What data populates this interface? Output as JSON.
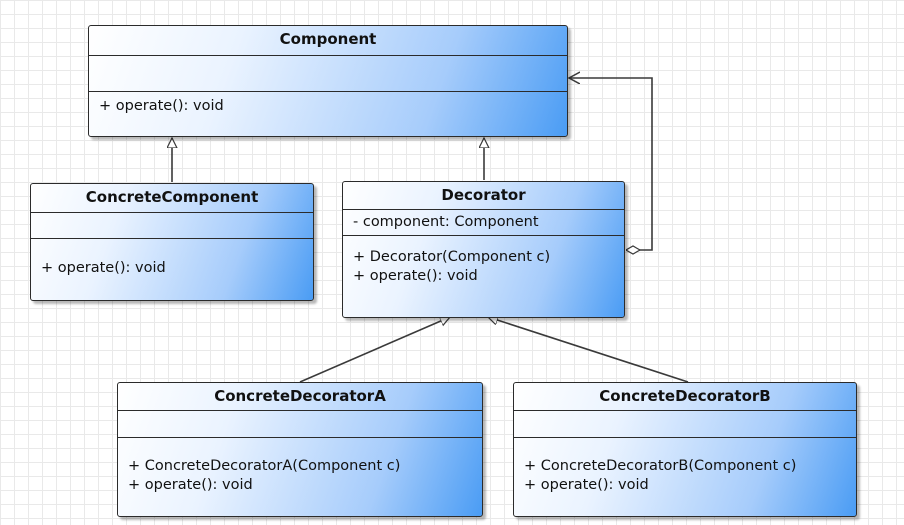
{
  "classes": {
    "component": {
      "name": "Component",
      "attributes": [],
      "operations": [
        "+ operate(): void"
      ]
    },
    "concrete_component": {
      "name": "ConcreteComponent",
      "attributes": [],
      "operations": [
        "+ operate(): void"
      ]
    },
    "decorator": {
      "name": "Decorator",
      "attributes": [
        "- component: Component"
      ],
      "operations": [
        "+ Decorator(Component c)",
        "+ operate(): void"
      ]
    },
    "concrete_decorator_a": {
      "name": "ConcreteDecoratorA",
      "attributes": [],
      "operations": [
        "+ ConcreteDecoratorA(Component c)",
        "+ operate(): void"
      ]
    },
    "concrete_decorator_b": {
      "name": "ConcreteDecoratorB",
      "attributes": [],
      "operations": [
        "+ ConcreteDecoratorB(Component c)",
        "+ operate(): void"
      ]
    }
  },
  "relations": [
    {
      "from": "concrete_component",
      "to": "component",
      "kind": "generalization"
    },
    {
      "from": "decorator",
      "to": "component",
      "kind": "generalization"
    },
    {
      "from": "concrete_decorator_a",
      "to": "decorator",
      "kind": "generalization"
    },
    {
      "from": "concrete_decorator_b",
      "to": "decorator",
      "kind": "generalization"
    },
    {
      "from": "decorator",
      "to": "component",
      "kind": "aggregation"
    }
  ],
  "colors": {
    "box_gradient_end": "#4a9cf4",
    "box_gradient_start": "#ffffff",
    "line": "#3a3a3a",
    "grid": "#e9e9e9"
  }
}
